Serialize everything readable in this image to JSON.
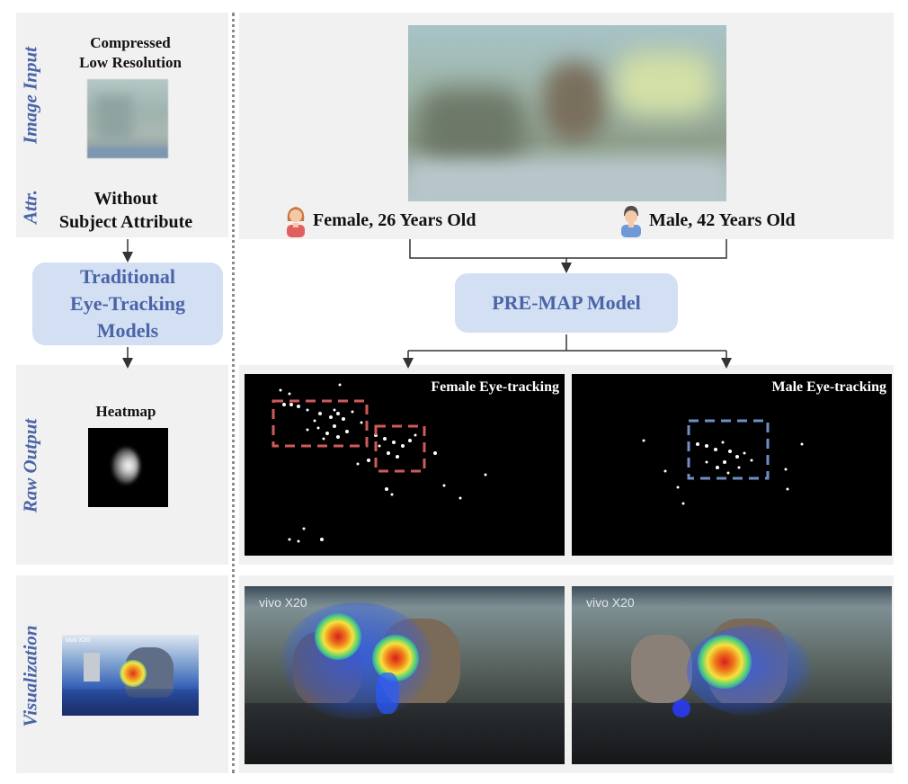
{
  "row_labels": {
    "image_input": "Image Input",
    "attr": "Attr.",
    "raw_output": "Raw Output",
    "visualization": "Visualization"
  },
  "left": {
    "input_caption_line1": "Compressed",
    "input_caption_line2": "Low Resolution",
    "attr_line1": "Without",
    "attr_line2": "Subject Attribute",
    "model_line1": "Traditional",
    "model_line2": "Eye-Tracking",
    "model_line3": "Models",
    "output_caption": "Heatmap",
    "vis_watermark": "vivo X20"
  },
  "right": {
    "female_attr": "Female, 26 Years Old",
    "male_attr": "Male, 42 Years Old",
    "model": "PRE-MAP Model",
    "female_output": "Female Eye-tracking",
    "male_output": "Male Eye-tracking",
    "vis_watermark_left": "vivo X20",
    "vis_watermark_right": "vivo X20"
  },
  "colors": {
    "label_blue": "#4a64a8",
    "box_fill": "#d3dff3",
    "band_gray": "#f1f1f1",
    "female_box": "#cf5a5a",
    "male_box": "#6f8fc4"
  },
  "icons": {
    "female": "female-user-icon",
    "male": "male-user-icon"
  }
}
